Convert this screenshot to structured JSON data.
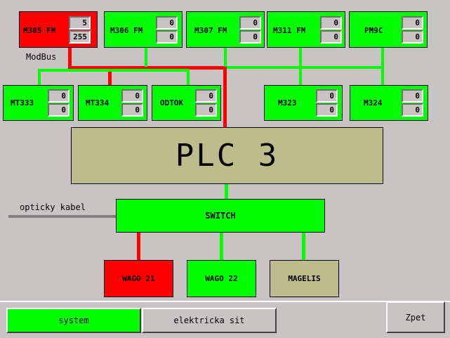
{
  "modbus_label": "ModBus",
  "optic_label": "opticky kabel",
  "plc_label": "PLC 3",
  "switch_label": "SWITCH",
  "colors": {
    "ok": "#00ff00",
    "fault": "#ff0000",
    "neutral": "#bcbc8c",
    "modbus_red": "#ff0000",
    "modbus_green": "#00ff00",
    "optic_cable": "#808080"
  },
  "top_devices": [
    {
      "label": "M305 FM",
      "status": "fault",
      "v1": "5",
      "v2": "255"
    },
    {
      "label": "M306 FM",
      "status": "ok",
      "v1": "0",
      "v2": "0"
    },
    {
      "label": "M307 FM",
      "status": "ok",
      "v1": "0",
      "v2": "0"
    },
    {
      "label": "M311 FM",
      "status": "ok",
      "v1": "0",
      "v2": "0"
    },
    {
      "label": "PM9C",
      "status": "ok",
      "v1": "0",
      "v2": "0"
    }
  ],
  "mid_devices": [
    {
      "label": "MT333",
      "status": "ok",
      "v1": "0",
      "v2": "0"
    },
    {
      "label": "MT334",
      "status": "ok",
      "v1": "0",
      "v2": "0"
    },
    {
      "label": "ODTOK",
      "status": "ok",
      "v1": "0",
      "v2": "0"
    },
    {
      "label": "M323",
      "status": "ok",
      "v1": "0",
      "v2": "0"
    },
    {
      "label": "M324",
      "status": "ok",
      "v1": "0",
      "v2": "0"
    }
  ],
  "bottom_devices": [
    {
      "label": "WAGO 21",
      "status": "fault"
    },
    {
      "label": "WAGO 22",
      "status": "ok"
    },
    {
      "label": "MAGELIS",
      "status": "neutral"
    }
  ],
  "nav": {
    "system": "system",
    "elektricka": "elektricka sit",
    "back": "Zpet"
  }
}
